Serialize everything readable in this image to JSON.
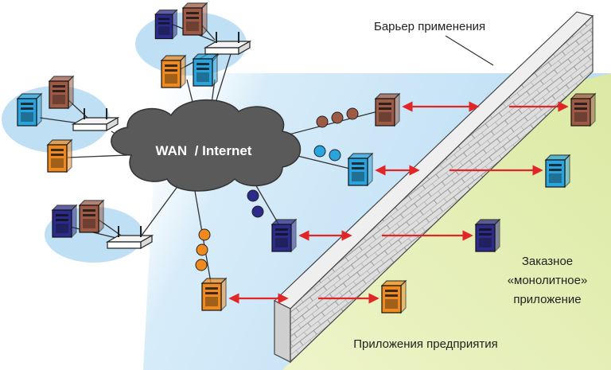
{
  "labels": {
    "barrier": "Барьер применения",
    "cloud": "WAN  / Internet",
    "custom_app_line1": "Заказное",
    "custom_app_line2": "«монолитное»",
    "custom_app_line3": "приложение",
    "enterprise_apps": "Приложения предприятия"
  },
  "colors": {
    "brown": "#9e5a45",
    "blue": "#29a4de",
    "orange": "#ef8a1f",
    "navy": "#2c2a8a",
    "cloud": "#555555",
    "arrow": "#e02626",
    "zone_blue": "#cfe8f7",
    "zone_green": "#e6f0b8",
    "wall": "#d9d9d9"
  },
  "icons": {
    "server": "server-tower-icon",
    "router": "router-icon",
    "cloud": "cloud-icon",
    "wall": "brick-wall-icon"
  }
}
